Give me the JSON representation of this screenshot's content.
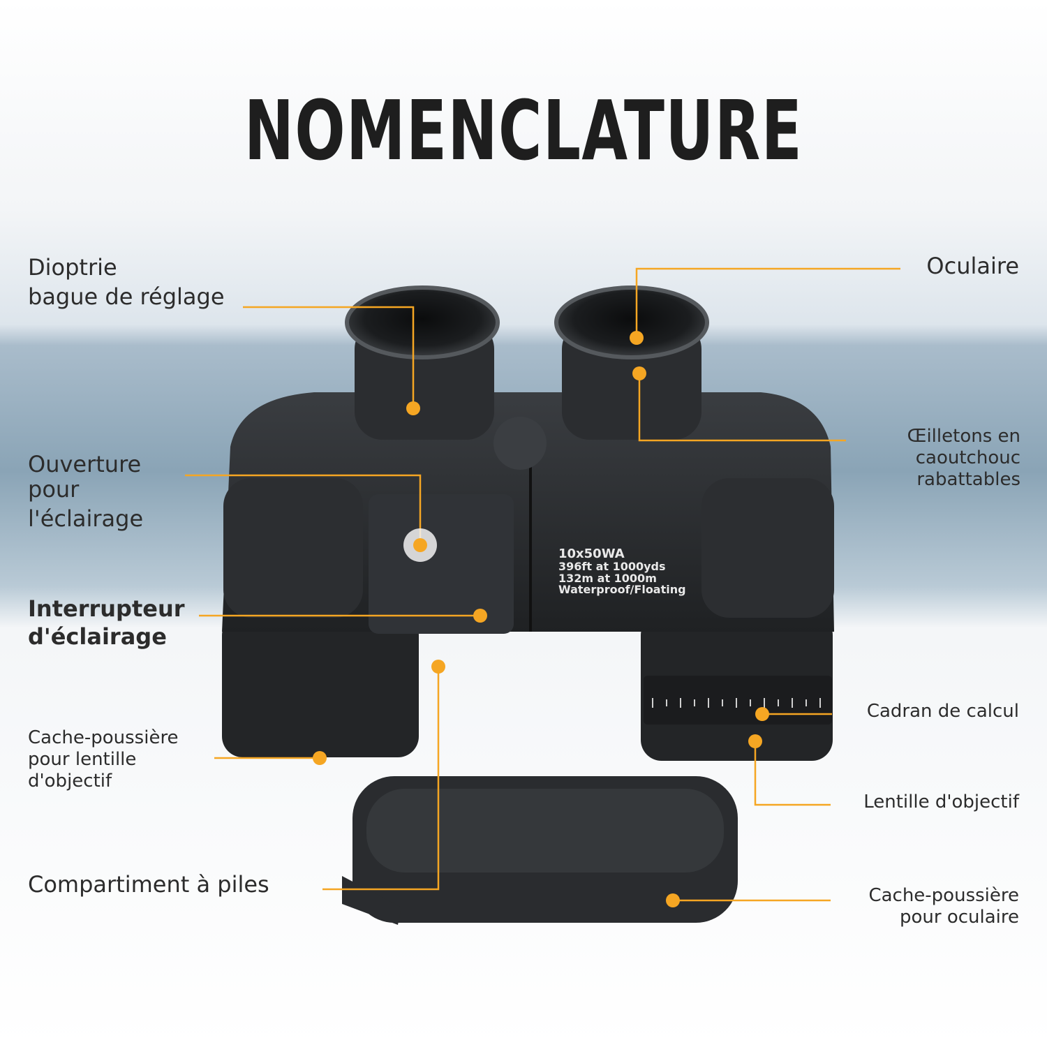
{
  "title": "NOMENCLATURE",
  "product_marking": [
    "10x50WA",
    "396ft at 1000yds",
    "132m at 1000m",
    "Waterproof/Floating"
  ],
  "labels": {
    "dioptrie": [
      "Dioptrie",
      "bague de réglage"
    ],
    "oculaire": [
      "Oculaire"
    ],
    "oeilletons": [
      "Œilletons en",
      "caoutchouc",
      "rabattables"
    ],
    "ouverture": [
      "Ouverture",
      "pour",
      "l'éclairage"
    ],
    "interrupteur": [
      "Interrupteur",
      "d'éclairage"
    ],
    "cache_objectif": [
      "Cache-poussière",
      "pour lentille",
      "d'objectif"
    ],
    "cadran": [
      "Cadran de calcul"
    ],
    "lentille": [
      "Lentille d'objectif"
    ],
    "piles": [
      "Compartiment à piles"
    ],
    "cache_oculaire": [
      "Cache-poussière",
      "pour oculaire"
    ]
  },
  "colors": {
    "accent": "#f5a623",
    "sky_top": "#eef2f6",
    "sea": "#8fa8b8",
    "body": "#26292c"
  }
}
